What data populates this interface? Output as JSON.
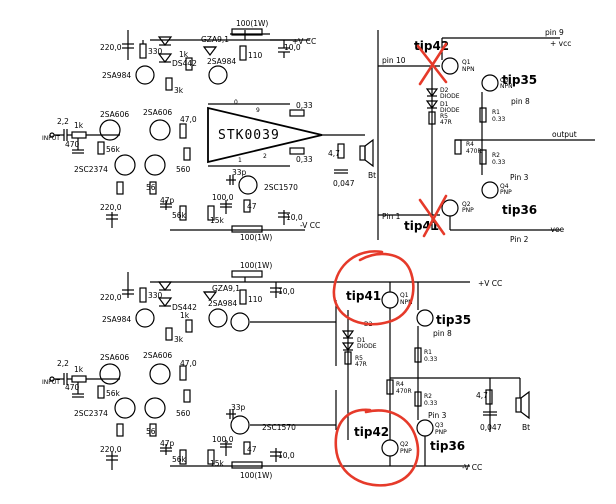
{
  "top_left": {
    "chip": "STK0039",
    "labels": {
      "vcc_plus": "+V CC",
      "vcc_minus": "-V CC",
      "r100w_top": "100(1W)",
      "r100w_bot": "100(1W)",
      "c220_top": "220,0",
      "c220_bot": "220,0",
      "r330": "330",
      "d5442": "DS442",
      "gza": "GZA9,1",
      "q2sa984a": "2SA984",
      "q2sa984b": "2SA984",
      "r1k": "1k",
      "r3k": "3k",
      "r110": "110",
      "c10a": "10,0",
      "c10b": "10,0",
      "in_c": "2,2",
      "in_r": "1k",
      "input": "INPUT",
      "c470": "470",
      "q2sa606a": "2SA606",
      "q2sa606b": "2SA606",
      "r56k": "56k",
      "r47": "47,0",
      "q2sc2374": "2SC2374",
      "r56": "56",
      "r560": "560",
      "c33p": "33p",
      "c47p": "47p",
      "r56k2": "56k",
      "r15k": "15k",
      "c100": "100,0",
      "r47b": "47",
      "q2sc1570": "2SC1570",
      "r033a": "0,33",
      "r033b": "0,33",
      "r47c": "4,7",
      "c047": "0,047",
      "spk": "Bt",
      "pin0": "0",
      "pin9": "9",
      "pin1": "1",
      "pin2": "2"
    }
  },
  "top_right": {
    "pin9": "pin 9",
    "vcc": "+ vcc",
    "pin10": "pin 10",
    "pin8": "pin 8",
    "output": "output",
    "pin3": "Pin 3",
    "pin1": "Pin 1",
    "pin2": "Pin 2",
    "vee": "-vee",
    "q1": "Q1",
    "q1t": "NPN",
    "q2": "Q2",
    "q2t": "PNP",
    "q3": "Q3",
    "q3t": "NPN",
    "q4": "Q4",
    "q4t": "PNP",
    "d1": "D1",
    "d1t": "DIODE",
    "d2": "D2",
    "d2t": "DIODE",
    "r5": "R5",
    "r5v": "47R",
    "r4": "R4",
    "r4v": "470R",
    "r1": "R1",
    "r1v": "0.33",
    "r2": "R2",
    "r2v": "0.33",
    "tip42": "tip42",
    "tip41": "tip41",
    "tip35": "tip35",
    "tip36": "tip36"
  },
  "bottom": {
    "vcc_plus": "+V CC",
    "vcc_minus": "-V CC",
    "r100w_top": "100(1W)",
    "r100w_bot": "100(1W)",
    "c220_top": "220,0",
    "c220_bot": "220,0",
    "r330": "330",
    "d5442": "DS442",
    "gza": "GZA9,1",
    "q2sa984a": "2SA984",
    "q2sa984b": "2SA984",
    "r1k": "1k",
    "r3k": "3k",
    "r110": "110",
    "c10a": "10,0",
    "c10b": "10,0",
    "in_c": "2,2",
    "in_r": "1k",
    "input": "INPUT",
    "c470": "470",
    "q2sa606a": "2SA606",
    "q2sa606b": "2SA606",
    "r56k": "56k",
    "r47": "47,0",
    "q2sc2374": "2SC2374",
    "r56": "56",
    "r560": "560",
    "c33p": "33p",
    "c47p": "47p",
    "r56k2": "56k",
    "r15k": "15k",
    "c100": "100,0",
    "r47b": "47",
    "q2sc1570": "2SC1570",
    "r47c": "4,7",
    "c047": "0,047",
    "spk": "Bt",
    "tip41": "tip41",
    "tip42": "tip42",
    "tip35": "tip35",
    "tip36": "tip36",
    "pin8": "pin 8",
    "pin3": "Pin 3",
    "q1": "Q1",
    "q1t": "NPN",
    "q2": "Q2",
    "q2t": "PNP",
    "q3": "Q3",
    "q3t": "PNP",
    "d1": "D1",
    "d1t": "DIODE",
    "d2": "D2",
    "r5": "R5",
    "r5v": "47R",
    "r4": "R4",
    "r4v": "470R",
    "r1": "R1",
    "r1v": "0.33",
    "r2": "R2",
    "r2v": "0.33"
  },
  "colors": {
    "ink": "#000000",
    "annotation": "#e63a2a",
    "background": "#ffffff"
  }
}
